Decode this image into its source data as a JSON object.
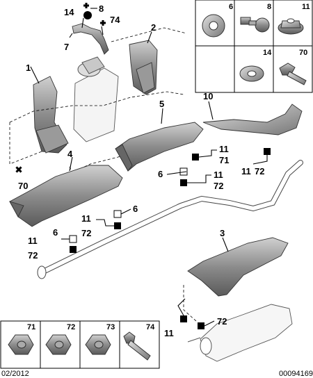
{
  "callouts": {
    "c1": "1",
    "c2": "2",
    "c3": "3",
    "c4": "4",
    "c5": "5",
    "c7": "7",
    "c8": "8",
    "c10": "10",
    "c14": "14",
    "c70": "70",
    "c74": "74",
    "c5_11": "11",
    "c5_71": "71",
    "c5_6": "6",
    "c5_11b": "11",
    "c5_72": "72",
    "c10_11": "11",
    "c10_72": "72",
    "c4_6": "6",
    "c4_11": "11",
    "c4_72": "72",
    "cl_11": "11",
    "cl_6": "6",
    "cl_72": "72",
    "c3_11": "11",
    "c3_72": "72"
  },
  "top_inset": {
    "k6": "6",
    "k8": "8",
    "k11": "11",
    "k14": "14",
    "k70": "70"
  },
  "bottom_inset": {
    "k71": "71",
    "k72": "72",
    "k73": "73",
    "k74": "74"
  },
  "footer": {
    "date": "02/2012",
    "ref": "00094169"
  },
  "colors": {
    "heat_shield": "#8a8a8a",
    "pipe": "#ffffff",
    "marker": "#000000"
  }
}
